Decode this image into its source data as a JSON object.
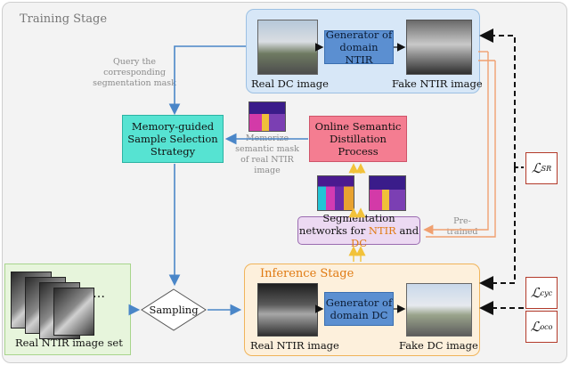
{
  "panels": {
    "training_label": "Training Stage",
    "inference_label": "Inference Stage"
  },
  "top": {
    "generator": "Generator of domain NTIR",
    "real_caption": "Real DC image",
    "fake_caption": "Fake NTIR image"
  },
  "middle": {
    "query_note": "Query the corresponding segmentation mask",
    "memory_box": "Memory-guided Sample Selection Strategy",
    "memorize_note": "Memorize semantic mask of real NTIR image",
    "osd_box": "Online Semantic Distillation Process",
    "seg_box_prefix": "Segmentation networks for ",
    "seg_box_ntir": "NTIR",
    "seg_box_and": " and ",
    "seg_box_dc": "DC",
    "pretrained_note": "Pre-trained"
  },
  "bottom": {
    "real_set_caption": "Real NTIR image set",
    "ellipsis": "…",
    "sampling": "Sampling",
    "generator": "Generator of domain DC",
    "real_caption": "Real NTIR image",
    "fake_caption": "Fake DC image"
  },
  "losses": {
    "sr_main": "ℒ",
    "sr_sub": "SR",
    "cyc_main": "ℒ",
    "cyc_sub": "cyc",
    "oco_main": "ℒ",
    "oco_sub": "oco"
  },
  "colors": {
    "flow_arrow": "#4a86c8",
    "pretrained_arrow": "#f0a070",
    "yellow_arrow": "#f2c23a",
    "dashed_arrow": "#111111"
  }
}
